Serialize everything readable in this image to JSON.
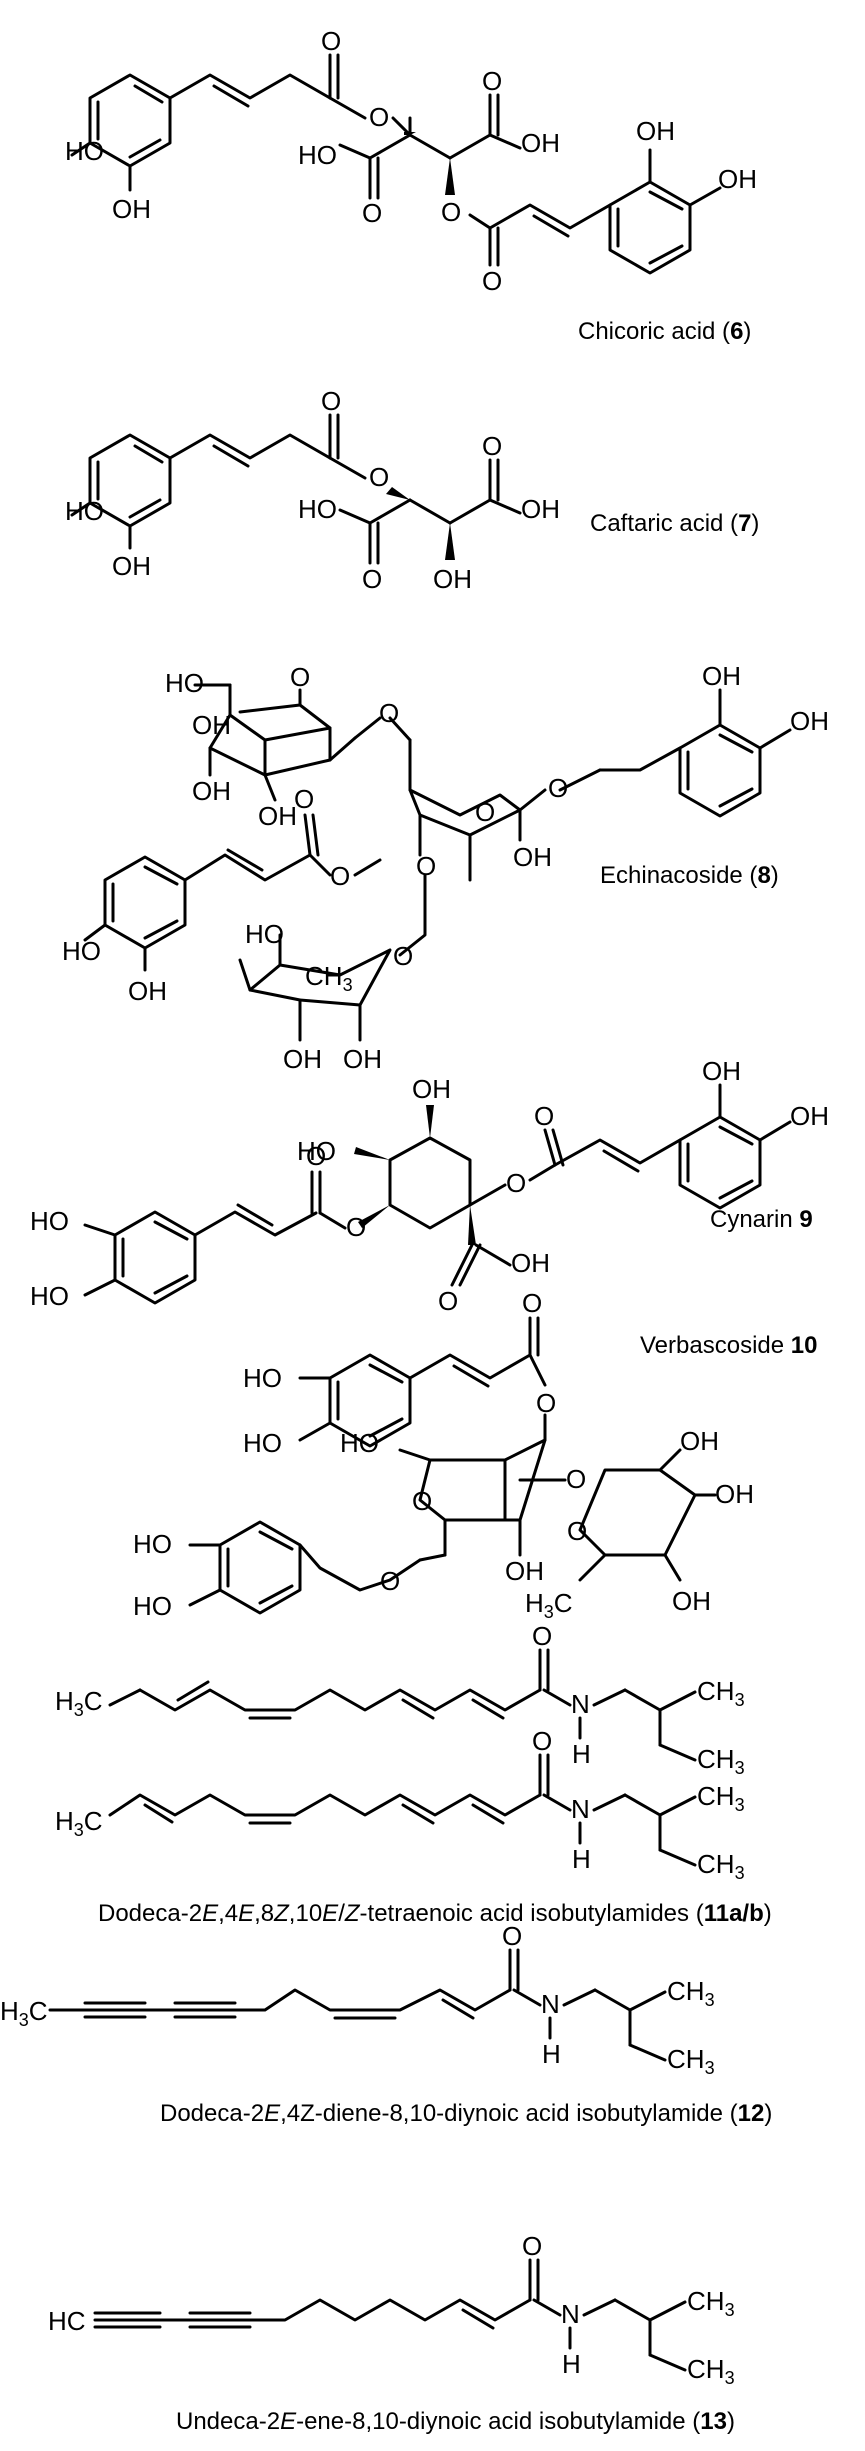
{
  "compounds": [
    {
      "id": "6",
      "name": "Chicoric acid",
      "label_open": " (",
      "label_close": ")"
    },
    {
      "id": "7",
      "name": "Caftaric acid",
      "label_open": " (",
      "label_close": ")"
    },
    {
      "id": "8",
      "name": "Echinacoside",
      "label_open": " (",
      "label_close": ")"
    },
    {
      "id": "9",
      "name": "Cynarin",
      "label_open": " ",
      "label_close": ""
    },
    {
      "id": "10",
      "name": "Verbascoside",
      "label_open": " ",
      "label_close": ""
    },
    {
      "id": "11a/b",
      "name_parts": [
        "Dodeca-2",
        "E",
        ",4",
        "E",
        ",8",
        "Z",
        ",10",
        "E",
        "/",
        "Z",
        "-tetraenoic acid isobutylamides"
      ],
      "label_open": " (",
      "label_close": ")"
    },
    {
      "id": "12",
      "name_parts": [
        "Dodeca-2",
        "E",
        ",4Z-diene-8,10-diynoic acid isobutylamide"
      ],
      "label_open": " (",
      "label_close": ")"
    },
    {
      "id": "13",
      "name_parts": [
        "Undeca-2",
        "E",
        "-ene-8,10-diynoic acid isobutylamide"
      ],
      "label_open": " (",
      "label_close": ")"
    }
  ],
  "atoms": {
    "O": "O",
    "OH": "OH",
    "HO": "HO",
    "H": "H",
    "N": "N",
    "H3C": "H3C",
    "CH3": "CH3",
    "HC": "HC"
  }
}
